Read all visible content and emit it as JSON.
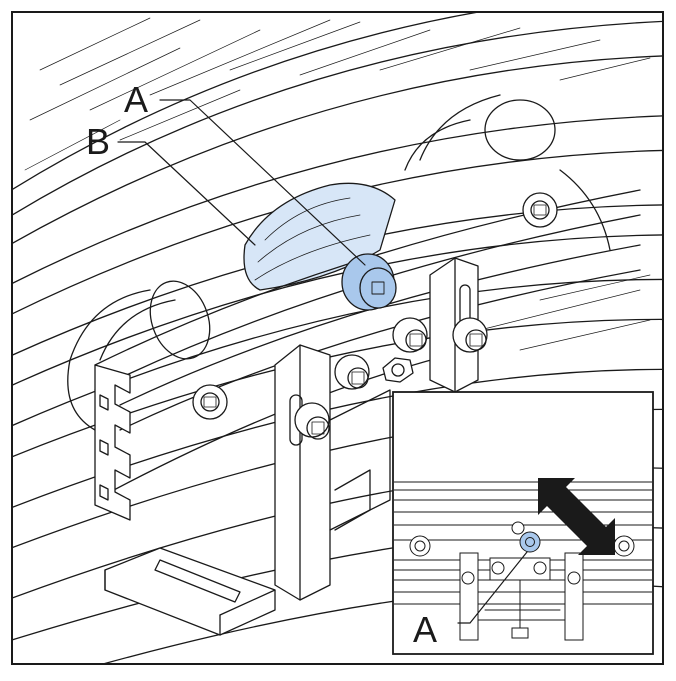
{
  "labels": {
    "a_main": "A",
    "b_main": "B",
    "a_inset": "A"
  },
  "colors": {
    "highlight": "#a9c8ec",
    "highlight_pale": "#d7e6f7",
    "line": "#1a1a1a",
    "background": "#ffffff"
  },
  "icons": {
    "adjust_direction": "double-arrow-icon"
  }
}
